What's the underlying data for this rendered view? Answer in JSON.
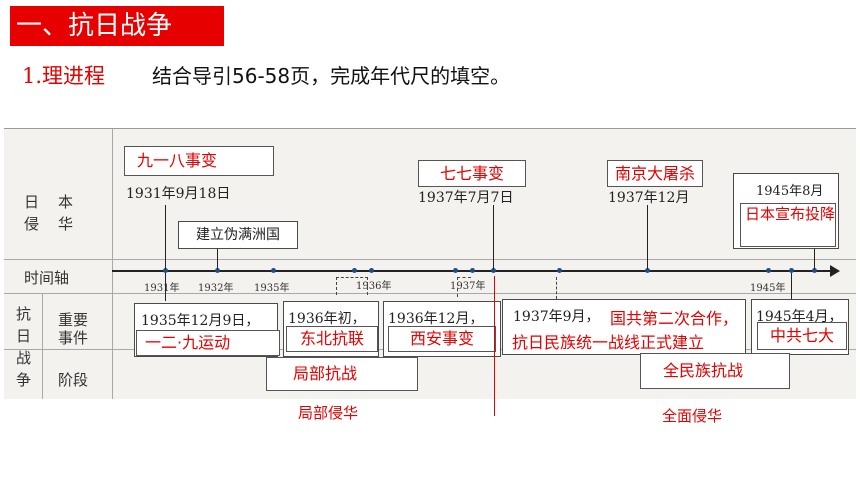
{
  "title": "一、抗日战争",
  "subtitle": {
    "number": "1.理进程",
    "text": "结合导引56-58页，完成年代尺的填空。"
  },
  "labels": {
    "japan_1": "日",
    "japan_2": "侵",
    "china_1": "本",
    "china_2": "华",
    "timeline": "时间轴",
    "war_1": "抗",
    "war_2": "日",
    "war_3": "战",
    "war_4": "争",
    "events_1": "重要",
    "events_2": "事件",
    "stage": "阶段"
  },
  "top_events": [
    {
      "answer": "九一八事变",
      "date": "1931年9月18日"
    },
    {
      "answer": "",
      "date": "建立伪满洲国"
    },
    {
      "answer": "七七事变",
      "date": "1937年7月7日"
    },
    {
      "answer": "南京大屠杀",
      "date": "1937年12月"
    },
    {
      "answer": "日本宣布投降",
      "date": "1945年8月"
    }
  ],
  "axis_years": [
    "1931年",
    "1932年",
    "1935年",
    "1936年",
    "1937年",
    "1945年"
  ],
  "bottom_events": [
    {
      "date": "1935年12月9日，",
      "answer": "一二·九运动"
    },
    {
      "date": "1936年初，",
      "answer": "东北抗联"
    },
    {
      "date": "1936年12月，",
      "answer": "西安事变"
    },
    {
      "date": "1937年9月，",
      "answer_a": "国共第二次合作，",
      "answer_b": "抗日民族统一战线正式建立"
    },
    {
      "date": "1945年4月，",
      "answer": "中共七大"
    }
  ],
  "stages": [
    {
      "box": "局部抗战",
      "below": "局部侵华"
    },
    {
      "box": "全民族抗战",
      "below": "全面侵华"
    }
  ],
  "colors": {
    "accent": "#e60000",
    "axis_dot": "#1d4e8c"
  }
}
